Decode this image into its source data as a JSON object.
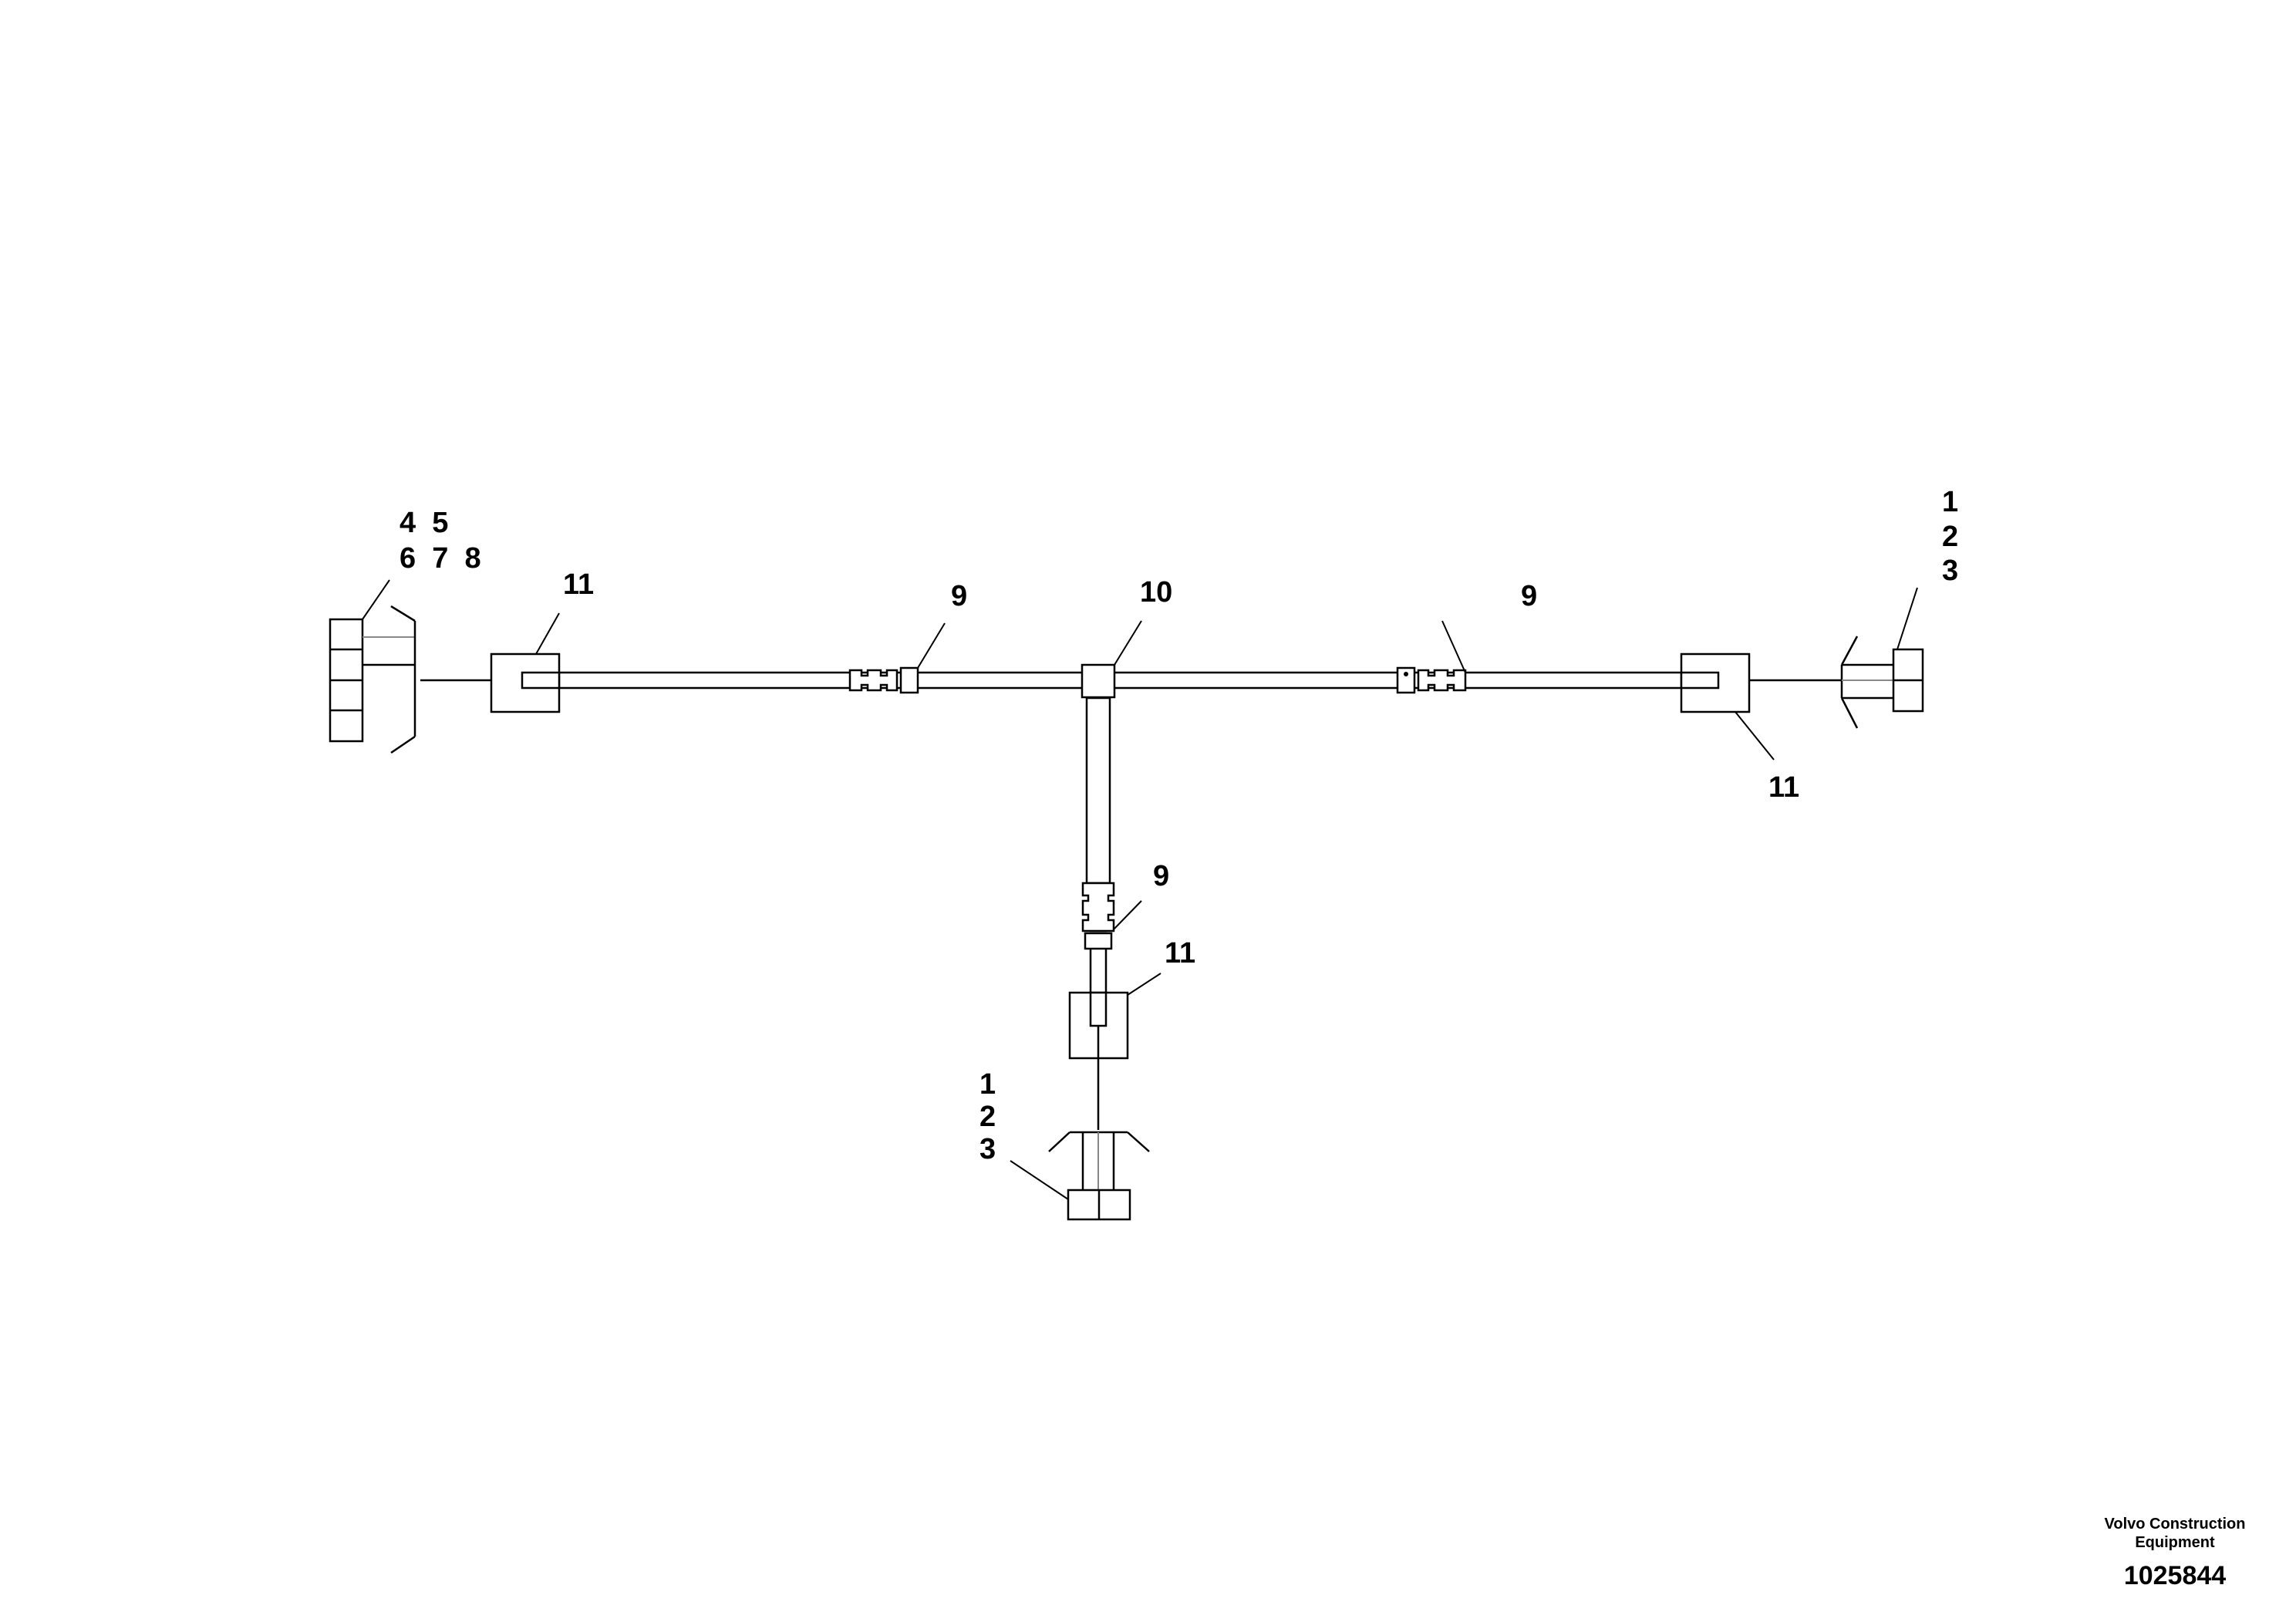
{
  "labels": {
    "left_connector": [
      "4  5",
      "6  7  8"
    ],
    "left_grommet": "11",
    "left_sleeve": "9",
    "t_junction": "10",
    "right_sleeve": "9",
    "right_connector": [
      "1",
      "2",
      "3"
    ],
    "right_grommet": "11",
    "bottom_sleeve": "9",
    "bottom_grommet": "11",
    "bottom_connector": [
      "1",
      "2",
      "3"
    ]
  },
  "footer": {
    "company_line1": "Volvo Construction",
    "company_line2": "Equipment",
    "drawing_number": "1025844"
  }
}
